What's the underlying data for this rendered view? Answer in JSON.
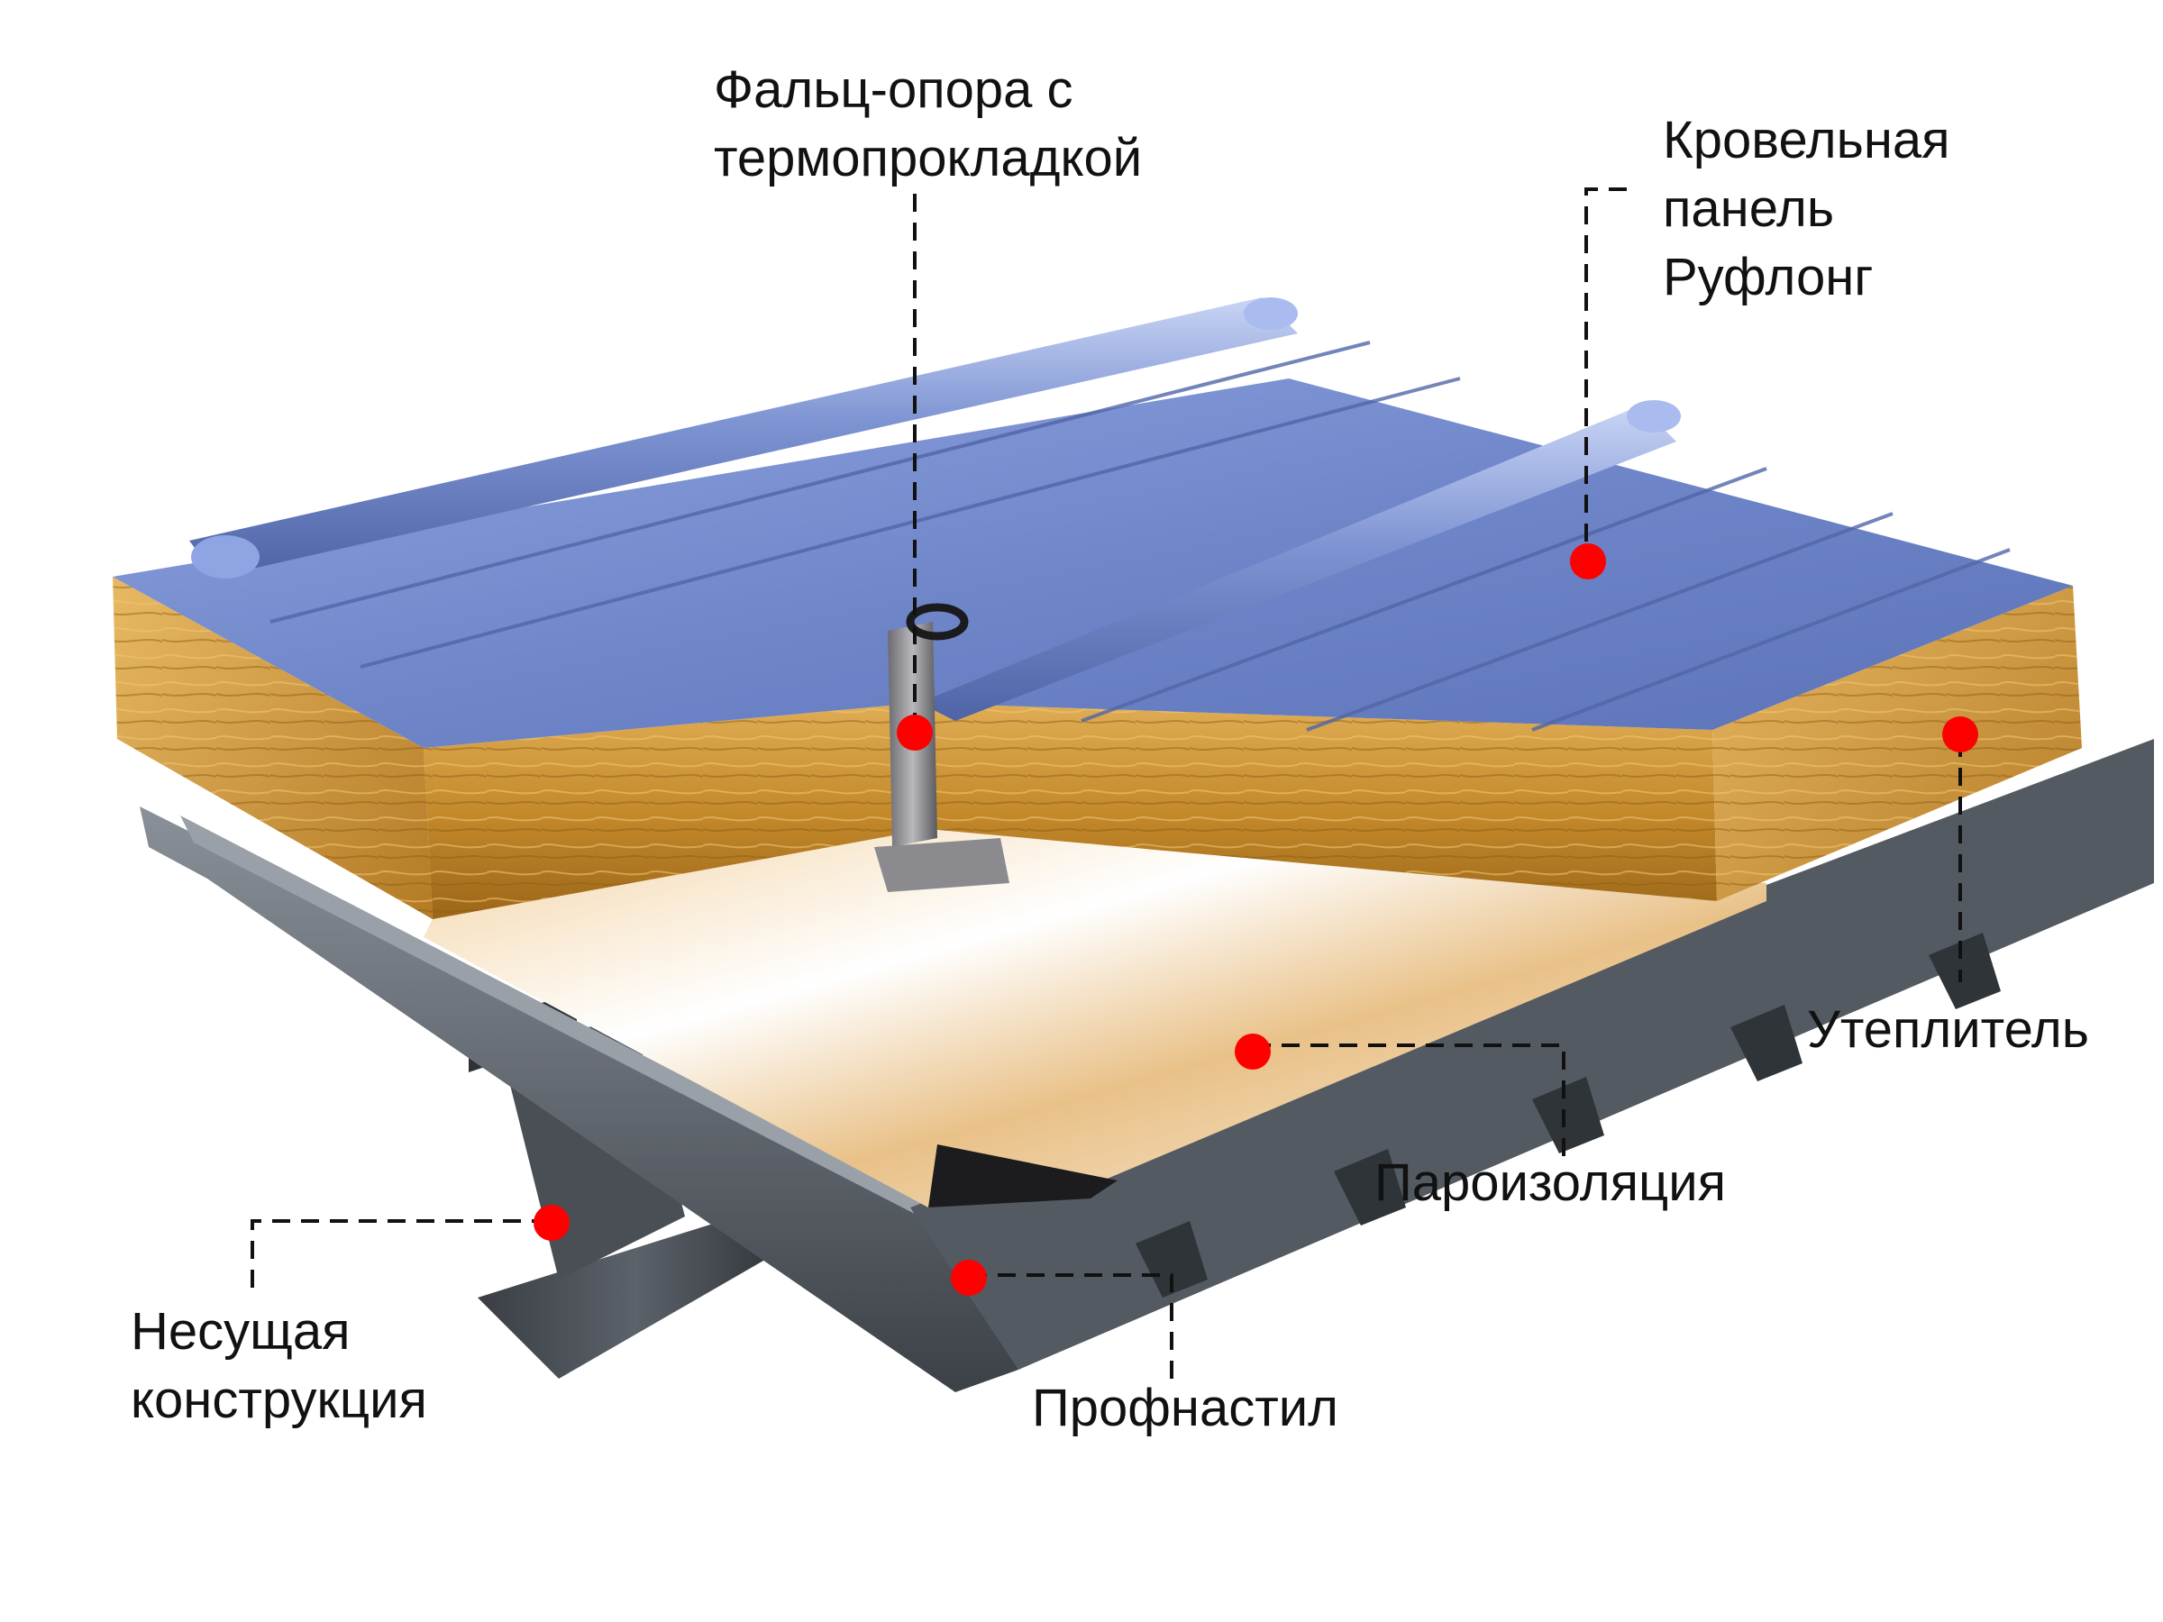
{
  "diagram": {
    "colors": {
      "panel_blue": "#6f86c9",
      "insulation": "#c8902f",
      "deck_gray": "#4a5058",
      "marker_red": "#ff0000",
      "leader_line": "#111111"
    },
    "callouts": {
      "seam_support": {
        "lines": [
          "Фальц-опора с",
          "термопрокладкой"
        ]
      },
      "roof_panel": {
        "lines": [
          "Кровельная",
          "панель",
          "Руфлонг"
        ]
      },
      "insulation": {
        "lines": [
          "Утеплитель"
        ]
      },
      "vapor_barrier": {
        "lines": [
          "Пароизоляция"
        ]
      },
      "profiled_sheet": {
        "lines": [
          "Профнастил"
        ]
      },
      "load_bearing": {
        "lines": [
          "Несущая",
          "конструкция"
        ]
      }
    }
  }
}
